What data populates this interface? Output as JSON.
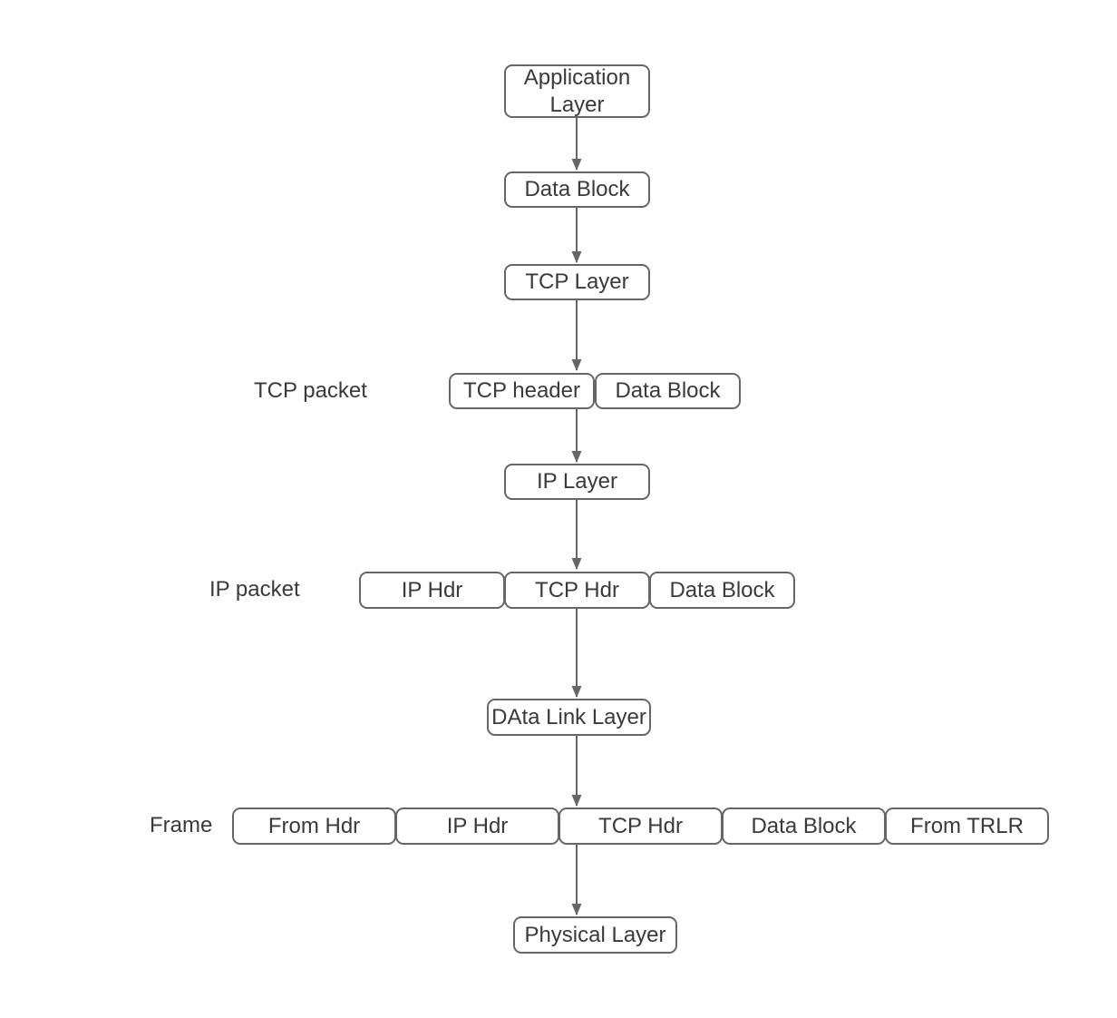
{
  "diagram": {
    "type": "flowchart",
    "subject": "TCP/IP data encapsulation layers",
    "background": "#ffffff",
    "style": {
      "box_border_color": "#666666",
      "arrow_color": "#666666",
      "text_color": "#3a3a3a"
    },
    "chain": [
      {
        "id": "application-layer",
        "label": "Application Layer"
      },
      {
        "id": "data-block",
        "label": "Data Block"
      },
      {
        "id": "tcp-layer",
        "label": "TCP Layer"
      },
      {
        "id": "ip-layer",
        "label": "IP Layer"
      },
      {
        "id": "data-link-layer",
        "label": "DAta Link Layer"
      },
      {
        "id": "physical-layer",
        "label": "Physical Layer"
      }
    ],
    "rows": [
      {
        "caption": "TCP packet",
        "cells": [
          "TCP header",
          "Data Block"
        ]
      },
      {
        "caption": "IP packet",
        "cells": [
          "IP Hdr",
          "TCP Hdr",
          "Data Block"
        ]
      },
      {
        "caption": "Frame",
        "cells": [
          "From Hdr",
          "IP Hdr",
          "TCP Hdr",
          "Data Block",
          "From TRLR"
        ]
      }
    ]
  }
}
